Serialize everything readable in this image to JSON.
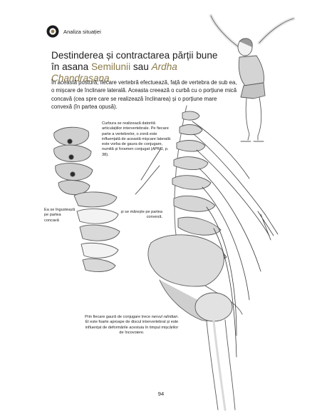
{
  "header": {
    "section_label": "Analiza situației",
    "icon": "target-bullet-icon"
  },
  "title": {
    "line1": "Destinderea și contractarea părții bune",
    "line2_prefix": "în asana ",
    "line2_highlight": "Semilunii",
    "line2_middle": " sau ",
    "line2_italic": "Ardha Chandrasana"
  },
  "intro_text": "În această postură, fiecare vertebră efectuează, față de vertebra de sub ea, o mișcare de înclinare laterală. Aceasta creează o curbă cu o porțiune mică concavă (cea spre care se realizează înclinarea) și o porțiune mare convexă (în partea opusă).",
  "annotations": {
    "curvature": {
      "before": "Curbura se realizează datorită articulațiilor intervertebrale. Pe fiecare parte a vertebrelor, o zonă este influențată de această mișcare laterală: este vorba de gaura de conjugare, numită și foramen conjugat (",
      "italic": "APM1",
      "after": ", p. 38)."
    },
    "narrow": "Ea se îngustează pe partea concavă",
    "widen": "și se mărește pe partea convexă.",
    "nerve": {
      "before": "Prin fiecare gaură de conjugare trece ",
      "italic": "nervul rahidian",
      "after": ". El este foarte aproape de discul intervertebral și este influențat de deformările acestuia în timpul mișcărilor de încovoiere."
    }
  },
  "page_number": "94",
  "colors": {
    "accent": "#8a7a4a",
    "bone": "#d6d6d6",
    "bone_dark": "#b9b9b9",
    "disc": "#f4f4f4",
    "nerve_dark": "#3a3a3a",
    "outline": "#5a5a5a"
  }
}
